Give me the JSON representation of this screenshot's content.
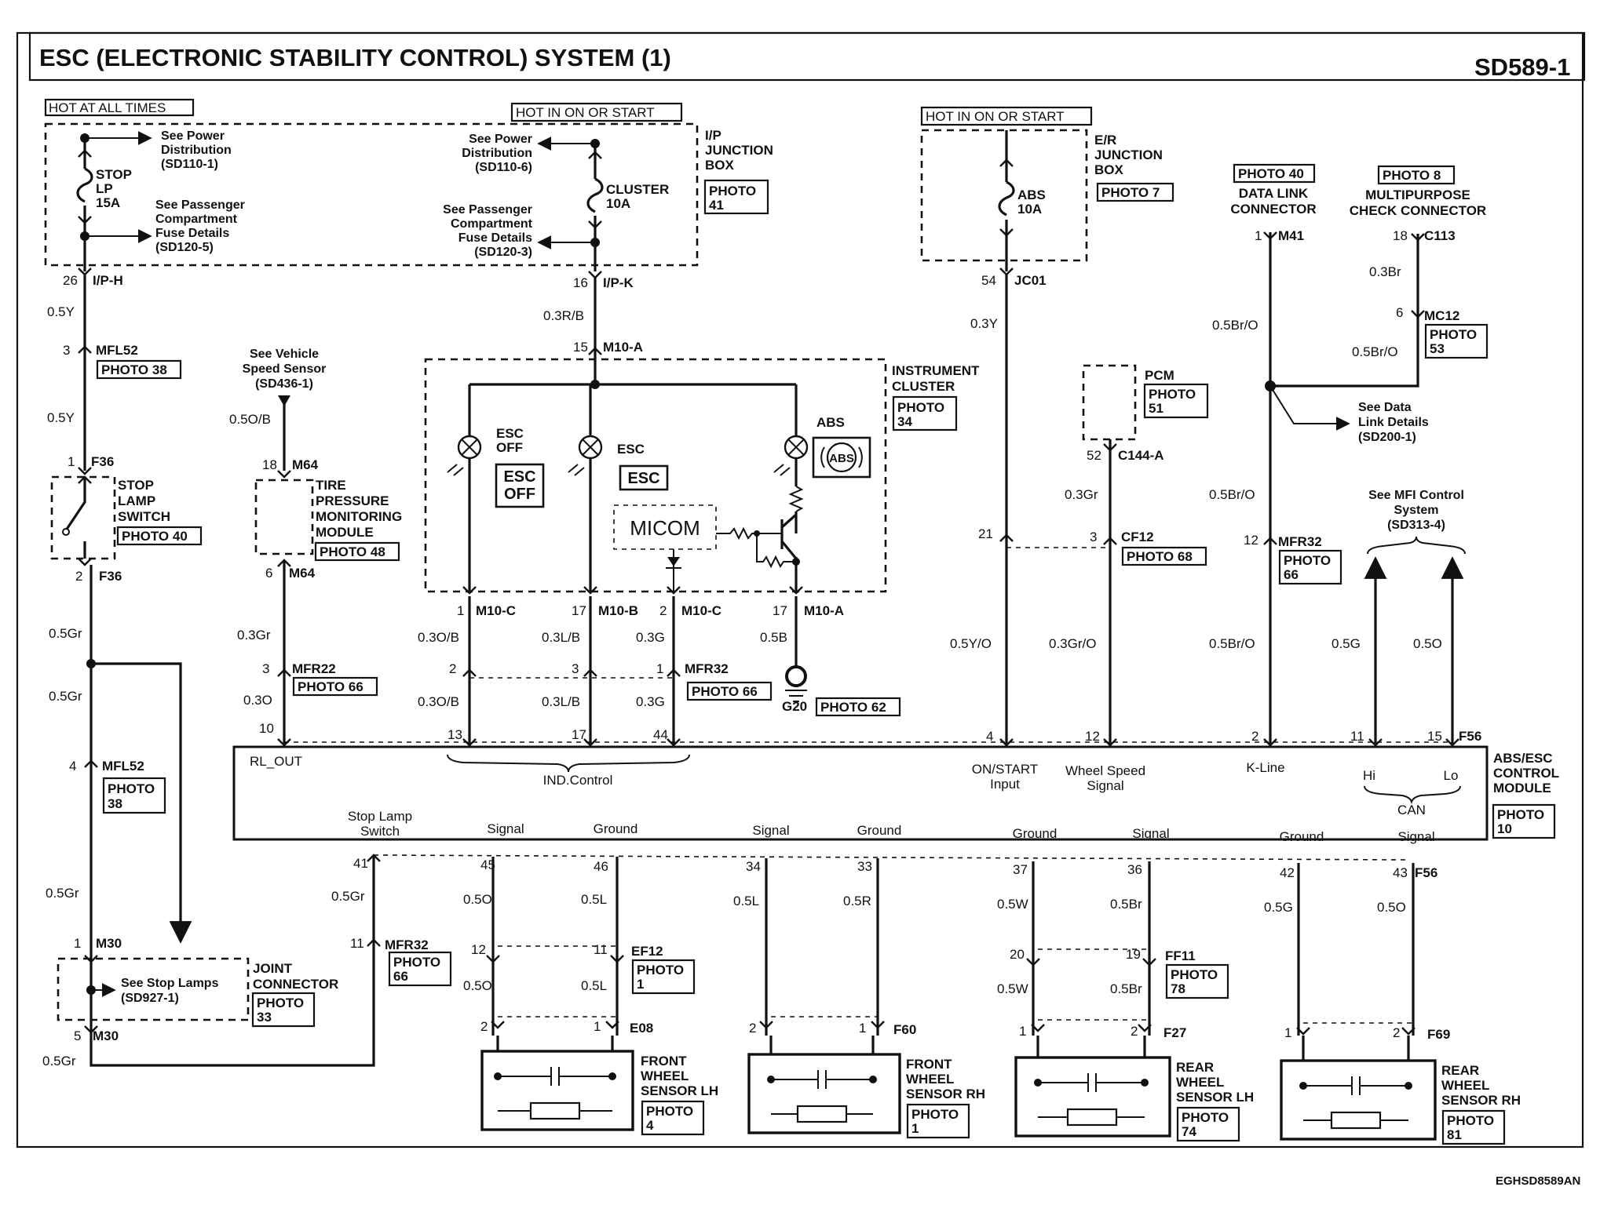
{
  "header": {
    "title": "ESC (ELECTRONIC STABILITY CONTROL) SYSTEM (1)",
    "code": "SD589-1",
    "footer_code": "EGHSD8589AN"
  },
  "power": {
    "hot_all": "HOT AT ALL TIMES",
    "hot_start_1": "HOT IN ON OR START",
    "hot_start_2": "HOT IN ON OR START",
    "fuse_stop": [
      "STOP",
      "LP",
      "15A"
    ],
    "fuse_cluster": [
      "CLUSTER",
      "10A"
    ],
    "fuse_abs": [
      "ABS",
      "10A"
    ],
    "ref_power_1": [
      "See Power",
      "Distribution",
      "(SD110-1)"
    ],
    "ref_passenger_1": [
      "See Passenger",
      "Compartment",
      "Fuse Details",
      "(SD120-5)"
    ],
    "ref_power_2": [
      "See Power",
      "Distribution",
      "(SD110-6)"
    ],
    "ref_passenger_2": [
      "See Passenger",
      "Compartment",
      "Fuse Details",
      "(SD120-3)"
    ],
    "ip_box": [
      "I/P",
      "JUNCTION",
      "BOX"
    ],
    "ip_photo": [
      "PHOTO",
      "41"
    ],
    "er_box": [
      "E/R",
      "JUNCTION",
      "BOX"
    ],
    "er_photo": "PHOTO 7"
  },
  "connectors": {
    "ip_h": "I/P-H",
    "ip_h_pin": "26",
    "ip_k": "I/P-K",
    "ip_k_pin": "16",
    "jc01": "JC01",
    "jc01_pin": "54",
    "mfl52_top": "MFL52",
    "mfl52_top_pin": "3",
    "photo38": "PHOTO 38",
    "f36_a": "F36",
    "f36_a_pin": "1",
    "f36_b": "F36",
    "f36_b_pin": "2",
    "m64_a": "M64",
    "m64_a_pin": "18",
    "m64_b": "M64",
    "m64_b_pin": "6",
    "m10a_top": "M10-A",
    "m10a_top_pin": "15",
    "mfr22": "MFR22",
    "mfr22_pin": "3",
    "photo66_a": "PHOTO 66",
    "m10c_1": "M10-C",
    "m10c_1_pin": "1",
    "m10b": "M10-B",
    "m10b_pin": "17",
    "m10c_2": "M10-C",
    "m10c_2_pin": "2",
    "m10a_bot": "M10-A",
    "m10a_bot_pin": "17",
    "mfr32_mid": "MFR32",
    "photo66_b": "PHOTO 66",
    "ind_pins": [
      "2",
      "3",
      "1"
    ],
    "g20": "G20",
    "photo62": "PHOTO 62",
    "c144a": "C144-A",
    "c144a_pin": "52",
    "cf12": "CF12",
    "cf12_pin": "3",
    "photo68": "PHOTO 68",
    "jc_pin21": "21",
    "m41": "M41",
    "m41_pin": "1",
    "c113": "C113",
    "c113_pin": "18",
    "mc12": "MC12",
    "mc12_pin": "6",
    "photo53": [
      "PHOTO",
      "53"
    ],
    "mfr32_right": "MFR32",
    "mfr32_right_pin": "12",
    "photo66_c": [
      "PHOTO",
      "66"
    ],
    "mfl52_bot": "MFL52",
    "mfl52_bot_pin": "4",
    "photo38_b": [
      "PHOTO",
      "38"
    ],
    "m30_a": "M30",
    "m30_a_pin": "1",
    "m30_b": "M30",
    "m30_b_pin": "5",
    "mfr32_low": "MFR32",
    "mfr32_low_pin": "11",
    "photo66_d": [
      "PHOTO",
      "66"
    ],
    "f56_top": "F56",
    "f56_bot": "F56",
    "ef12": "EF12",
    "ef12_pins": [
      "12",
      "11"
    ],
    "photo1_a": [
      "PHOTO",
      "1"
    ],
    "e08": "E08",
    "e08_pins": [
      "2",
      "1"
    ],
    "f60": "F60",
    "f60_pins": [
      "2",
      "1"
    ],
    "ff11": "FF11",
    "ff11_pins": [
      "20",
      "19"
    ],
    "photo78": [
      "PHOTO",
      "78"
    ],
    "f27": "F27",
    "f27_pins": [
      "1",
      "2"
    ],
    "f69": "F69",
    "f69_pins": [
      "1",
      "2"
    ]
  },
  "wires": {
    "w_05y_a": "0.5Y",
    "w_05y_b": "0.5Y",
    "w_05gr_a": "0.5Gr",
    "w_05gr_b": "0.5Gr",
    "w_05gr_c": "0.5Gr",
    "w_05gr_d": "0.5Gr",
    "w_05gr_e": "0.5Gr",
    "w_03rb": "0.3R/B",
    "w_05ob": "0.5O/B",
    "w_03gr_a": "0.3Gr",
    "w_03o": "0.3O",
    "w_03ob_a": "0.3O/B",
    "w_03ob_b": "0.3O/B",
    "w_03lb_a": "0.3L/B",
    "w_03lb_b": "0.3L/B",
    "w_03g_a": "0.3G",
    "w_03g_b": "0.3G",
    "w_05b": "0.5B",
    "w_03y": "0.3Y",
    "w_05yo": "0.5Y/O",
    "w_03gr_b": "0.3Gr",
    "w_03gro": "0.3Gr/O",
    "w_05bro_a": "0.5Br/O",
    "w_05bro_b": "0.5Br/O",
    "w_05bro_c": "0.5Br/O",
    "w_05bro_d": "0.5Br/O",
    "w_03br": "0.3Br",
    "w_05g": "0.5G",
    "w_05o": "0.5O",
    "w_05o_s": "0.5O",
    "w_05l": "0.5L",
    "w_05o_s2": "0.5O",
    "w_05l_2": "0.5L",
    "w_05l_r": "0.5L",
    "w_05r": "0.5R",
    "w_05w_a": "0.5W",
    "w_05br_a": "0.5Br",
    "w_05w_b": "0.5W",
    "w_05br_b": "0.5Br",
    "w_05g_r": "0.5G",
    "w_05o_r": "0.5O"
  },
  "components": {
    "stop_switch": [
      "STOP",
      "LAMP",
      "SWITCH"
    ],
    "stop_switch_photo": "PHOTO 40",
    "see_vss": [
      "See Vehicle",
      "Speed Sensor",
      "(SD436-1)"
    ],
    "tpms": [
      "TIRE",
      "PRESSURE",
      "MONITORING",
      "MODULE"
    ],
    "tpms_photo": "PHOTO 48",
    "cluster": [
      "INSTRUMENT",
      "CLUSTER"
    ],
    "cluster_photo": [
      "PHOTO",
      "34"
    ],
    "esc_off_label": [
      "ESC",
      "OFF"
    ],
    "esc_off_btn": [
      "ESC",
      "OFF"
    ],
    "esc_label": "ESC",
    "esc_btn": "ESC",
    "abs_label": "ABS",
    "abs_icon": "ABS",
    "micom": "MICOM",
    "pcm": "PCM",
    "pcm_photo": [
      "PHOTO",
      "51"
    ],
    "dlc_photo": "PHOTO 40",
    "dlc": [
      "DATA LINK",
      "CONNECTOR"
    ],
    "mcc_photo": "PHOTO 8",
    "mcc": [
      "MULTIPURPOSE",
      "CHECK CONNECTOR"
    ],
    "see_dlc": [
      "See Data",
      "Link Details",
      "(SD200-1)"
    ],
    "see_mfi": [
      "See MFI Control",
      "System",
      "(SD313-4)"
    ],
    "joint": [
      "JOINT",
      "CONNECTOR"
    ],
    "joint_photo": [
      "PHOTO",
      "33"
    ],
    "see_stop": [
      "See Stop Lamps",
      "(SD927-1)"
    ]
  },
  "module": {
    "name": [
      "ABS/ESC",
      "CONTROL",
      "MODULE"
    ],
    "photo": [
      "PHOTO",
      "10"
    ],
    "rl_out": "RL_OUT",
    "ind_control": "IND.Control",
    "on_start": [
      "ON/START",
      "Input"
    ],
    "wheel_speed": [
      "Wheel Speed",
      "Signal"
    ],
    "kline": "K-Line",
    "hi": "Hi",
    "lo": "Lo",
    "can": "CAN",
    "stop_lamp_sw": [
      "Stop Lamp",
      "Switch"
    ],
    "sig1": "Signal",
    "gnd1": "Ground",
    "sig2": "Signal",
    "gnd2": "Ground",
    "gnd3": "Ground",
    "sig3": "Signal",
    "gnd4": "Ground",
    "sig4": "Signal",
    "top_pins": [
      "10",
      "13",
      "17",
      "44",
      "4",
      "12",
      "2",
      "11",
      "15"
    ],
    "bot_pins": [
      "41",
      "45",
      "46",
      "34",
      "33",
      "37",
      "36",
      "42",
      "43"
    ]
  },
  "sensors": {
    "fl": [
      "FRONT",
      "WHEEL",
      "SENSOR LH"
    ],
    "fl_photo": [
      "PHOTO",
      "4"
    ],
    "fr": [
      "FRONT",
      "WHEEL",
      "SENSOR RH"
    ],
    "fr_photo": [
      "PHOTO",
      "1"
    ],
    "rl": [
      "REAR",
      "WHEEL",
      "SENSOR LH"
    ],
    "rl_photo": [
      "PHOTO",
      "74"
    ],
    "rr": [
      "REAR",
      "WHEEL",
      "SENSOR RH"
    ],
    "rr_photo": [
      "PHOTO",
      "81"
    ]
  }
}
